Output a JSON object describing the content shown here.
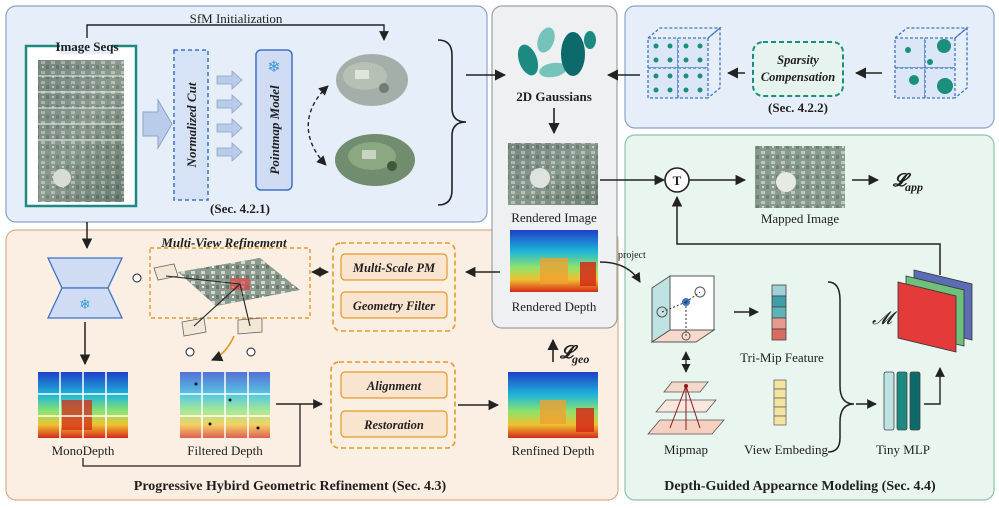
{
  "diagram": {
    "sfm_init": "SfM Initialization",
    "image_seqs": "Image Seqs",
    "normalized_cut": "Normalized Cut",
    "pointmap_model": "Pointmap Model",
    "sec_421": "(Sec. 4.2.1)",
    "gaussians": "2D Gaussians",
    "sparsity_line1": "Sparsity",
    "sparsity_line2": "Compensation",
    "sec_422": "(Sec. 4.2.2)",
    "rendered_image": "Rendered Image",
    "rendered_depth": "Rendered Depth",
    "mapped_image": "Mapped Image",
    "l_app_main": "𝓛",
    "l_app_sub": "app",
    "l_geo_main": "𝓛",
    "l_geo_sub": "geo",
    "t_symbol": "T",
    "project": "project",
    "multi_view_refinement": "Multi-View Refinement",
    "multi_scale_pm": "Multi-Scale PM",
    "geometry_filter": "Geometry Filter",
    "alignment": "Alignment",
    "restoration": "Restoration",
    "monodepth": "MonoDepth",
    "filtered_depth": "Filtered Depth",
    "refined_depth": "Renfined Depth",
    "progressive_title": "Progressive Hybird Geometric Refinement (Sec. 4.3)",
    "tri_mip_feature": "Tri-Mip Feature",
    "mipmap": "Mipmap",
    "view_embeding": "View Embeding",
    "tiny_mlp": "Tiny MLP",
    "m_symbol": "𝓜",
    "depth_guided_title": "Depth-Guided Appearnce Modeling (Sec. 4.4)"
  },
  "colors": {
    "panel_blue": "#e6eef9",
    "panel_orange": "#fbeee2",
    "panel_green": "#e8f6ef",
    "panel_gray": "#eef0f1",
    "teal": "#1d8a82",
    "orange": "#e59a2b",
    "dark_red": "#8b1a1a",
    "blue_link": "#3f73c9",
    "sparsity_teal": "#1a8f7a"
  }
}
